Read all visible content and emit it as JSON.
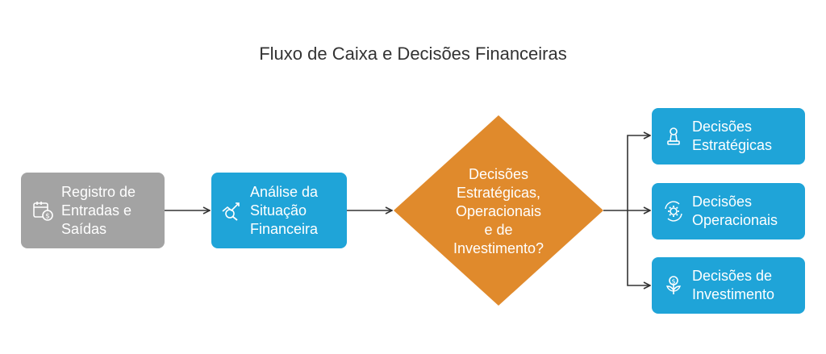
{
  "title": "Fluxo de Caixa e Decisões Financeiras",
  "nodes": {
    "registro": {
      "label": "Registro de\nEntradas e\nSaídas",
      "icon": "calendar-dollar-icon"
    },
    "analise": {
      "label": "Análise da\nSituação\nFinanceira",
      "icon": "chart-search-icon"
    },
    "decisao": {
      "label": "Decisões\nEstratégicas,\nOperacionais\ne de\nInvestimento?"
    },
    "estrategicas": {
      "label": "Decisões\nEstratégicas",
      "icon": "chess-pawn-icon"
    },
    "operacionais": {
      "label": "Decisões\nOperacionais",
      "icon": "gear-cycle-icon"
    },
    "investimento": {
      "label": "Decisões de\nInvestimento",
      "icon": "money-plant-icon"
    }
  },
  "colors": {
    "gray_box": "#a3a3a3",
    "blue_box": "#1fa4d8",
    "diamond": "#e08a2c",
    "arrow": "#333333"
  }
}
